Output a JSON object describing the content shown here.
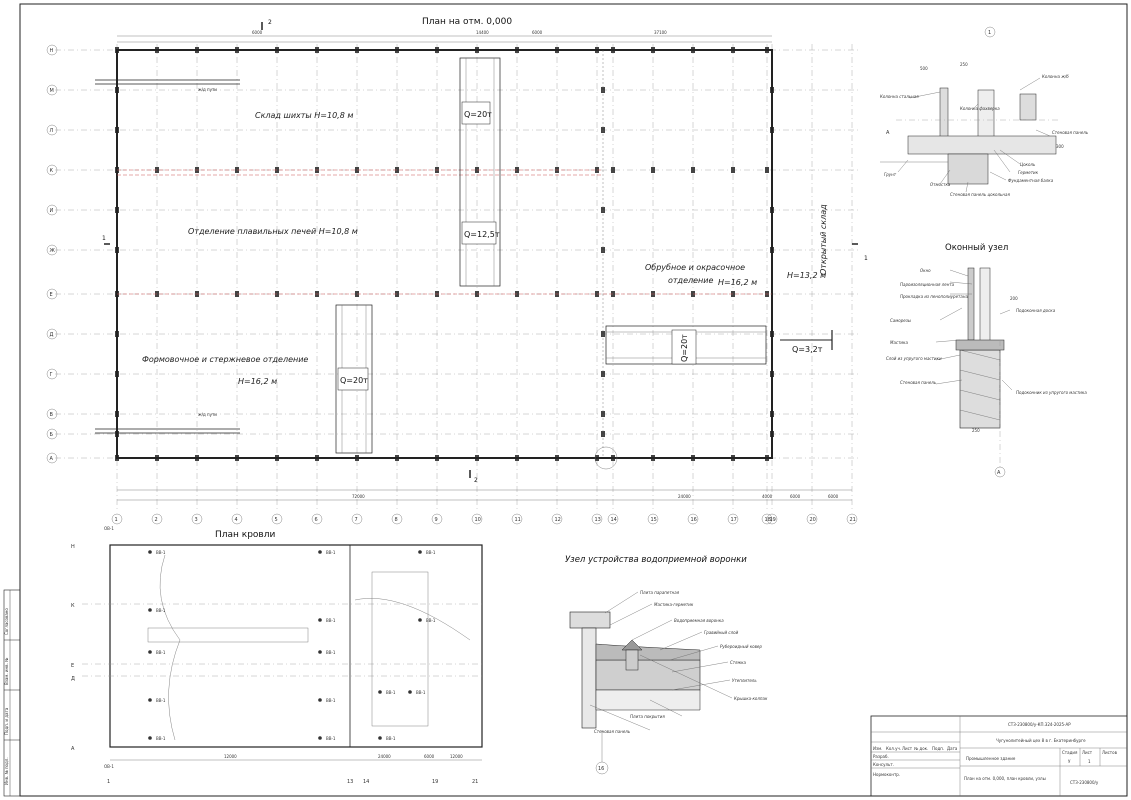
{
  "plan": {
    "title": "План на отм. 0,000",
    "zones": {
      "warehouse": "Склад шихты  Н=10,8 м",
      "furnace": "Отделение плавильных печей  Н=10,8 м",
      "molding": "Формовочное и стержневое отделение",
      "molding_h": "Н=16,2 м",
      "finishing": "Обрубное и окрасочное",
      "finishing2": "отделение",
      "finishing_h": "Н=16,2 м",
      "open_storage": "Открытый склад",
      "open_h": "Н=13,2 м"
    },
    "cranes": {
      "c1": "Q=20т",
      "c2": "Q=12,5т",
      "c3": "Q=20т",
      "c4": "Q=20т",
      "c5": "Q=3,2т"
    },
    "rail_labels": [
      "ж/д пути",
      "ж/д пути"
    ],
    "column_axes": [
      "1",
      "2",
      "3",
      "4",
      "5",
      "6",
      "7",
      "8",
      "9",
      "10",
      "11",
      "12",
      "13",
      "14",
      "15",
      "16",
      "17",
      "18",
      "19",
      "20",
      "21"
    ],
    "row_axes": [
      "Н",
      "М",
      "Л",
      "К",
      "И",
      "Ж",
      "Е",
      "Д",
      "Г",
      "В",
      "Б",
      "А"
    ],
    "dims_top": [
      "6000",
      "14400",
      "6000",
      "37100"
    ],
    "dims_bottom_total": [
      "72000",
      "24000",
      "4000",
      "6000",
      "6000"
    ],
    "section_marks": [
      "2",
      "2",
      "1",
      "1"
    ]
  },
  "roof": {
    "title": "План кровли",
    "funnel_label": "ВВ-1",
    "vent_label": "ОВ-1",
    "dims_bottom": [
      "12000",
      "24000",
      "6000",
      "12000"
    ],
    "axis_rows": [
      "Н",
      "К",
      "Е",
      "Д",
      "А"
    ],
    "axis_cols": [
      "1",
      "13",
      "14",
      "19",
      "21"
    ]
  },
  "funnel_node": {
    "title": "Узел устройства водоприемной воронки",
    "callouts": [
      "Плита парапетная",
      "Мастика-герметик",
      "Водоприемная воронка",
      "Гравийный слой",
      "Рубероидный ковер",
      "Стяжка",
      "Утеплитель",
      "Крышка-колпак",
      "Плита покрытия",
      "Стеновая панель"
    ],
    "axis": "16"
  },
  "node1": {
    "mark": "1",
    "callouts": [
      "Колонна ж/б",
      "Колонна стальная",
      "Колонна фахверка",
      "Стеновая панель",
      "Грунт",
      "Отмостка",
      "Цоколь",
      "Фундаментная балка",
      "Стеновая панель цокольная",
      "Герметик"
    ],
    "dims": [
      "500",
      "250",
      "300"
    ],
    "axis": "А"
  },
  "window_node": {
    "title": "Оконный узел",
    "callouts": [
      "Окно",
      "Пароизоляционная лента",
      "Прокладка из пенополиуретана",
      "Саморезы",
      "Мастика",
      "Слой из упругого мастики",
      "Стеновая панель",
      "Подоконная доска",
      "Подоконник из упругого мастика"
    ],
    "dims": [
      "250",
      "200"
    ],
    "axis": "А"
  },
  "stamp": {
    "code": "СТЗ-230800/у-КП.324-2025-АР",
    "project": "Чугунолитейный цех 8 в г. Екатеринбурге",
    "building": "Промышленное здание",
    "sheet_title": "План на отм. 0,000, план кровли, узлы",
    "org": "СТЗ-230800/у",
    "stage_h": "Стадия",
    "sheet_h": "Лист",
    "sheets_h": "Листов",
    "stage": "У",
    "sheet": "1",
    "rows": [
      "Изм.",
      "Кол.уч.",
      "Лист",
      "№ док.",
      "Подп.",
      "Дата"
    ],
    "people": [
      "Разраб.",
      "Консульт.",
      "Нормоконтр."
    ]
  },
  "side_stamp": [
    "Инв. № подл.",
    "Подп. и дата",
    "Взам. инв. №",
    "Согласовано"
  ]
}
